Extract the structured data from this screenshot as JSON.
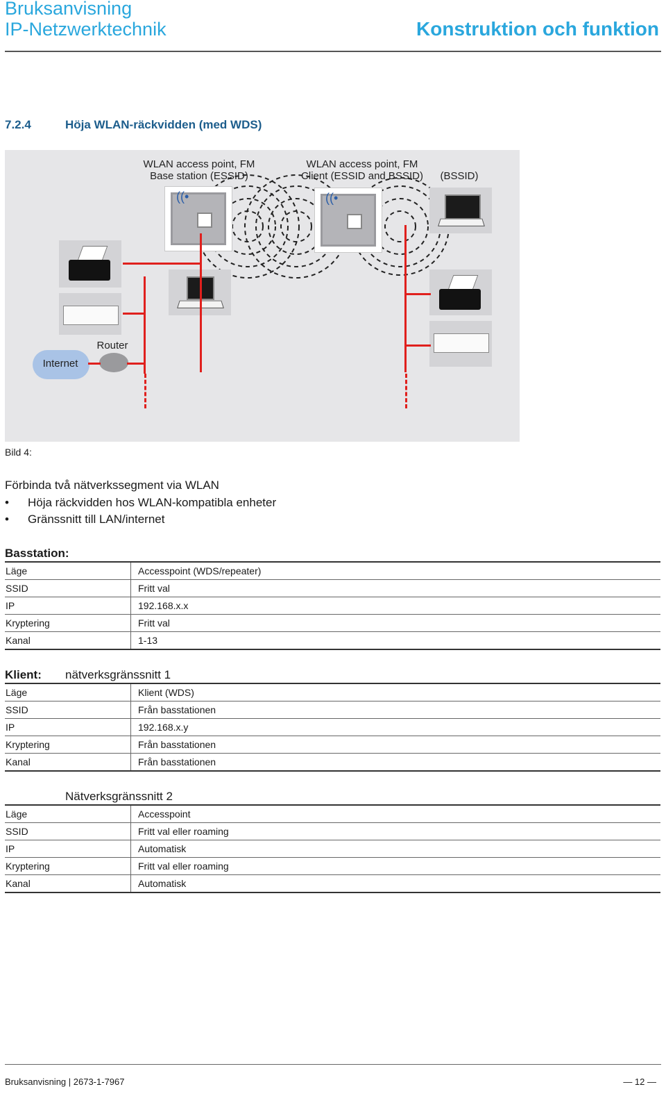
{
  "header": {
    "line1": "Bruksanvisning",
    "line2": "IP-Netzwerktechnik",
    "right": "Konstruktion och funktion"
  },
  "section": {
    "number": "7.2.4",
    "title": "Höja WLAN-räckvidden (med WDS)"
  },
  "diagram": {
    "label_base_1": "WLAN access point, FM",
    "label_base_2": "Base station (ESSID)",
    "label_client_1": "WLAN access point, FM",
    "label_client_2": "Client (ESSID and BSSID)",
    "label_bssid": "(BSSID)",
    "label_router": "Router",
    "label_internet": "Internet",
    "colors": {
      "background": "#e6e6e8",
      "cable": "#e0201d",
      "wifi": "#2b5ea8",
      "cloud": "#a9c3e6"
    }
  },
  "caption": "Bild 4:",
  "intro": "Förbinda två nätverkssegment via WLAN",
  "bullets": [
    "Höja räckvidden hos WLAN-kompatibla enheter",
    "Gränssnitt till LAN/internet"
  ],
  "tables": {
    "base": {
      "heading": "Basstation:",
      "rows": [
        {
          "k": "Läge",
          "v": "Accesspoint (WDS/repeater)"
        },
        {
          "k": "SSID",
          "v": "Fritt val"
        },
        {
          "k": "IP",
          "v": "192.168.x.x"
        },
        {
          "k": "Kryptering",
          "v": "Fritt val"
        },
        {
          "k": "Kanal",
          "v": "1-13"
        }
      ]
    },
    "client1": {
      "heading": "Klient:",
      "subheading": "nätverksgränssnitt 1",
      "rows": [
        {
          "k": "Läge",
          "v": "Klient (WDS)"
        },
        {
          "k": "SSID",
          "v": "Från basstationen"
        },
        {
          "k": "IP",
          "v": "192.168.x.y"
        },
        {
          "k": "Kryptering",
          "v": "Från basstationen"
        },
        {
          "k": "Kanal",
          "v": "Från basstationen"
        }
      ]
    },
    "client2": {
      "subheading": "Nätverksgränssnitt 2",
      "rows": [
        {
          "k": "Läge",
          "v": "Accesspoint"
        },
        {
          "k": "SSID",
          "v": "Fritt val eller roaming"
        },
        {
          "k": "IP",
          "v": "Automatisk"
        },
        {
          "k": "Kryptering",
          "v": "Fritt val eller roaming"
        },
        {
          "k": "Kanal",
          "v": "Automatisk"
        }
      ]
    }
  },
  "footer": {
    "left": "Bruksanvisning | 2673-1-7967",
    "right": "— 12 —"
  }
}
